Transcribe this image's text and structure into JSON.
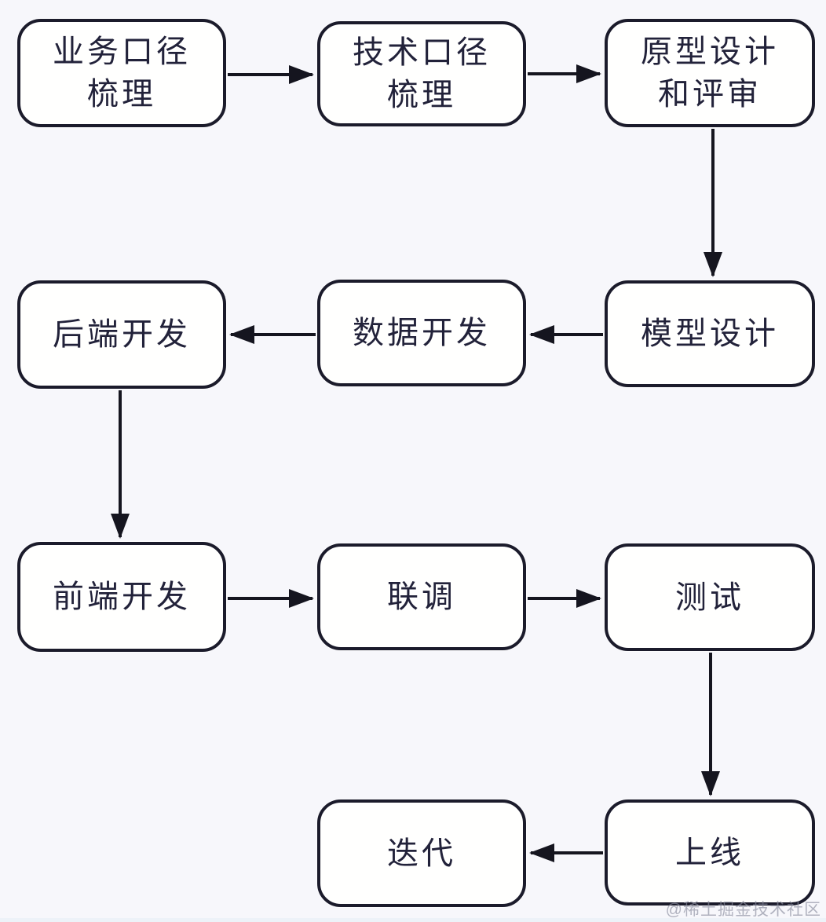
{
  "diagram": {
    "type": "flowchart",
    "description": "Development process flow",
    "nodes": [
      {
        "id": "business-scoping",
        "label": "业务口径\n梳理"
      },
      {
        "id": "technical-scoping",
        "label": "技术口径\n梳理"
      },
      {
        "id": "prototype-review",
        "label": "原型设计\n和评审"
      },
      {
        "id": "model-design",
        "label": "模型设计"
      },
      {
        "id": "data-development",
        "label": "数据开发"
      },
      {
        "id": "backend-development",
        "label": "后端开发"
      },
      {
        "id": "frontend-development",
        "label": "前端开发"
      },
      {
        "id": "integration",
        "label": "联调"
      },
      {
        "id": "testing",
        "label": "测试"
      },
      {
        "id": "launch",
        "label": "上线"
      },
      {
        "id": "iteration",
        "label": "迭代"
      }
    ],
    "edges": [
      {
        "from": "business-scoping",
        "to": "technical-scoping"
      },
      {
        "from": "technical-scoping",
        "to": "prototype-review"
      },
      {
        "from": "prototype-review",
        "to": "model-design"
      },
      {
        "from": "model-design",
        "to": "data-development"
      },
      {
        "from": "data-development",
        "to": "backend-development"
      },
      {
        "from": "backend-development",
        "to": "frontend-development"
      },
      {
        "from": "frontend-development",
        "to": "integration"
      },
      {
        "from": "integration",
        "to": "testing"
      },
      {
        "from": "testing",
        "to": "launch"
      },
      {
        "from": "launch",
        "to": "iteration"
      }
    ],
    "colors": {
      "background": "#f7f7fb",
      "node_fill": "#fffffe",
      "node_border": "#1b1b2b",
      "text": "#22223a",
      "arrow": "#15151f"
    },
    "watermark": "@稀土掘金技术社区"
  }
}
